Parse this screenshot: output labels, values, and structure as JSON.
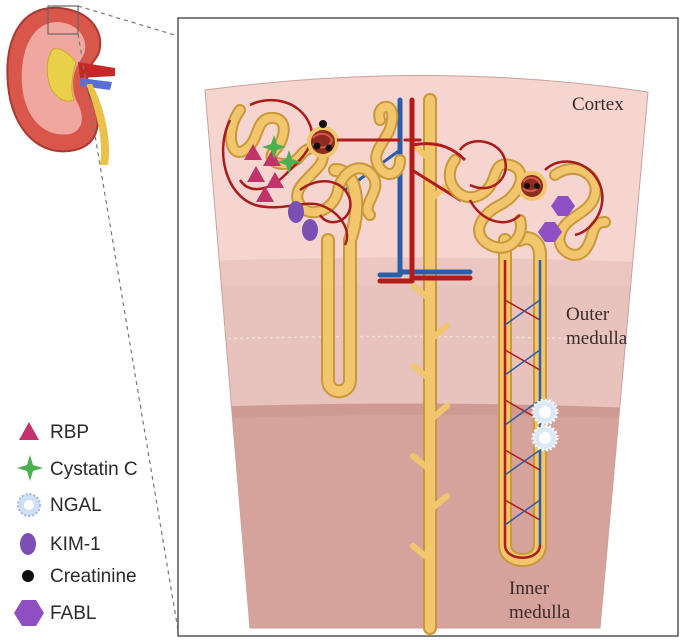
{
  "zones": {
    "cortex": "Cortex",
    "outer_line1": "Outer",
    "outer_line2": "medulla",
    "inner_line1": "Inner",
    "inner_line2": "medulla"
  },
  "legend": [
    {
      "icon": "triangle-icon",
      "label": "RBP",
      "color": "#c2336b"
    },
    {
      "icon": "star-icon",
      "label": "Cystatin C",
      "color": "#4caf50"
    },
    {
      "icon": "ring-icon",
      "label": "NGAL",
      "color": "#cfe0f5"
    },
    {
      "icon": "ellipse-icon",
      "label": "KIM-1",
      "color": "#7a4fb3"
    },
    {
      "icon": "dot-icon",
      "label": "Creatinine",
      "color": "#111111"
    },
    {
      "icon": "hexagon-icon",
      "label": "FABL",
      "color": "#8e4fc2"
    }
  ],
  "colors": {
    "cortex": "#f6d4cf",
    "outer_medulla": "#e7c2bc",
    "inner_medulla": "#d29e96",
    "tubule": "#f2c66d",
    "tubule_edge": "#c9983a",
    "artery": "#b31b1b",
    "vein": "#2b5ea8"
  }
}
